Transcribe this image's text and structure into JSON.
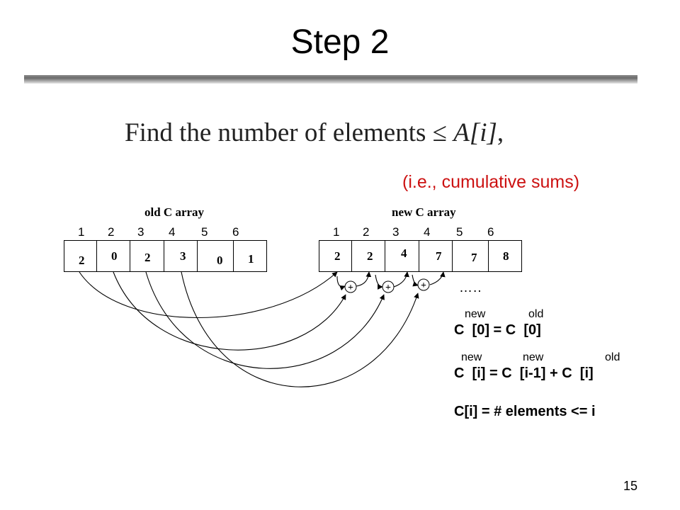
{
  "slide": {
    "title": "Step 2",
    "subtitle_text": "Find the number of elements ≤ ",
    "subtitle_math": "A[i]",
    "subtitle_tail": ",",
    "note": "(i.e., cumulative sums)",
    "page_number": "15"
  },
  "old_array": {
    "label": "old C array",
    "indices": [
      "1",
      "2",
      "3",
      "4",
      "5",
      "6"
    ],
    "values": [
      "2",
      "0",
      "2",
      "3",
      "0",
      "1"
    ]
  },
  "new_array": {
    "label": "new C array",
    "indices": [
      "1",
      "2",
      "3",
      "4",
      "5",
      "6"
    ],
    "values": [
      "2",
      "2",
      "4",
      "7",
      "7",
      "8"
    ]
  },
  "diagram": {
    "plus": "+",
    "ellipsis": "….."
  },
  "formulas": {
    "f1": {
      "sup_left": "new",
      "sup_right": "old",
      "text": "C  [0] = C  [0]"
    },
    "f2": {
      "sup_1": "new",
      "sup_2": "new",
      "sup_3": "old",
      "text": "C  [i] = C  [i-1] + C  [i]"
    },
    "f3": {
      "text": "C[i] = # elements <= i"
    }
  }
}
